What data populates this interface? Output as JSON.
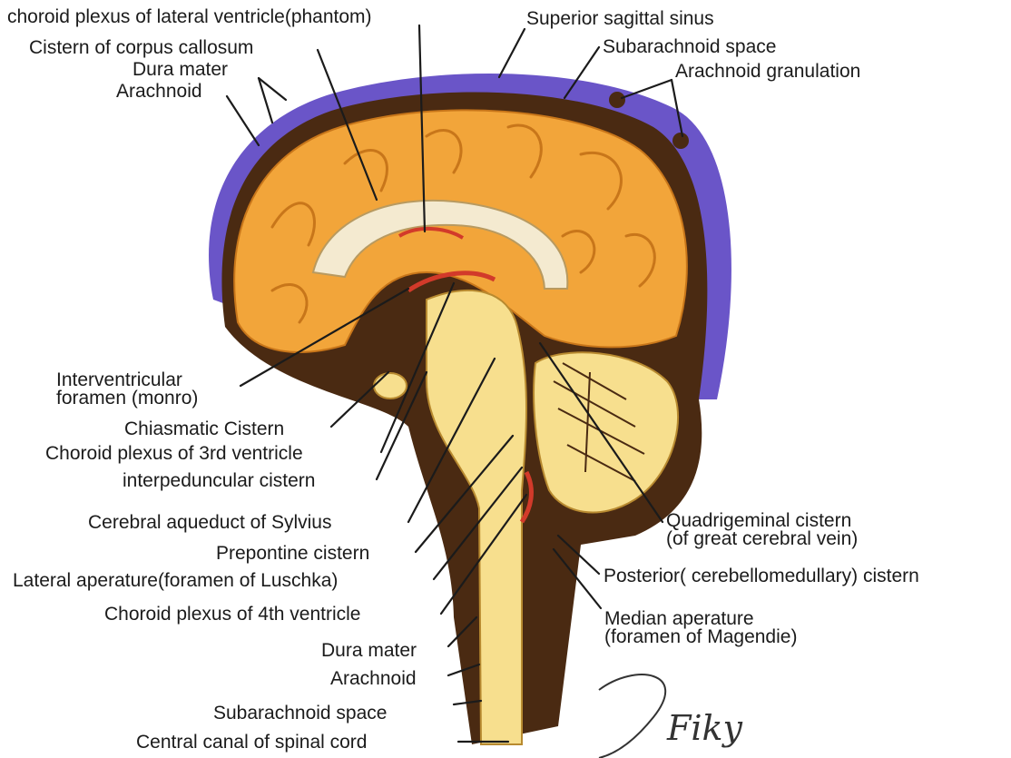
{
  "labels": {
    "choroid_lateral": "choroid plexus of lateral ventricle(phantom)",
    "cistern_corpus_callosum": "Cistern of corpus callosum",
    "dura_top": "Dura mater",
    "arachnoid_top": "Arachnoid",
    "superior_sagittal_sinus": "Superior sagittal sinus",
    "subarachnoid_top": "Subarachnoid space",
    "arachnoid_granulation": "Arachnoid granulation",
    "interventricular_1": "Interventricular",
    "interventricular_2": "foramen (monro)",
    "chiasmatic": "Chiasmatic Cistern",
    "choroid_3rd": "Choroid plexus of 3rd ventricle",
    "interpeduncular": "interpeduncular cistern",
    "aqueduct": "Cerebral aqueduct of Sylvius",
    "prepontine": "Prepontine cistern",
    "lateral_aperture": "Lateral aperature(foramen of Luschka)",
    "choroid_4th": "Choroid plexus of 4th ventricle",
    "dura_bottom": "Dura mater",
    "arachnoid_bottom": "Arachnoid",
    "subarachnoid_bottom": "Subarachnoid space",
    "central_canal": "Central canal of spinal cord",
    "quadrigeminal_1": "Quadrigeminal cistern",
    "quadrigeminal_2": "(of great cerebral vein)",
    "posterior_cistern": "Posterior( cerebellomedullary) cistern",
    "median_aperture_1": "Median aperature",
    "median_aperture_2": "(foramen of Magendie)"
  },
  "signature_text": "Fiky",
  "colors": {
    "dura_blue": "#6a55c8",
    "brain_orange": "#f2a53a",
    "brain_dark": "#c8761a",
    "csf_brown": "#4a2a12",
    "stem_cream": "#f7df8e",
    "choroid_red": "#d23a2a",
    "text": "#1b1b1b"
  }
}
